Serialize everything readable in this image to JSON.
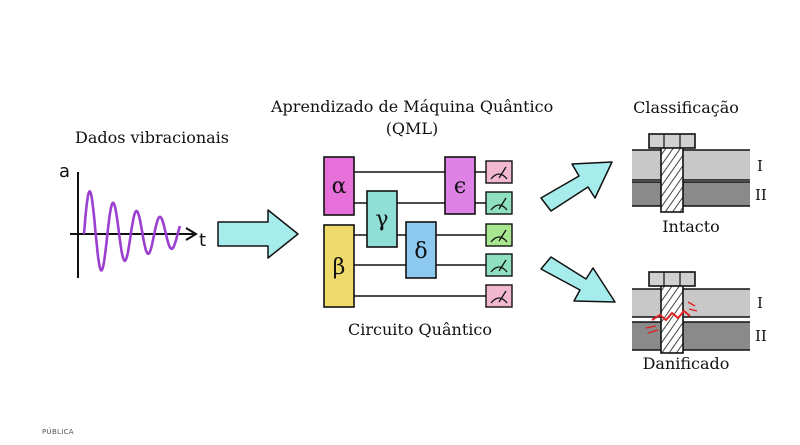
{
  "input": {
    "title": "Dados vibracionais",
    "y_axis_label": "a",
    "x_axis_label": "t"
  },
  "qml": {
    "title_line1": "Aprendizado de Máquina Quântico",
    "title_line2": "(QML)",
    "circuit_label": "Circuito Quântico",
    "gates": [
      {
        "symbol": "α",
        "color": "#e66fd9"
      },
      {
        "symbol": "β",
        "color": "#efdb6c"
      },
      {
        "symbol": "γ",
        "color": "#8fdfd6"
      },
      {
        "symbol": "δ",
        "color": "#8cc8ef"
      },
      {
        "symbol": "ϵ",
        "color": "#df82e6"
      }
    ],
    "measurement_colors": [
      "#f2b8cf",
      "#8fe0c0",
      "#a8e68f",
      "#8fe0c0",
      "#f2b8cf"
    ]
  },
  "output": {
    "title": "Classificação",
    "layer_labels": [
      "I",
      "II"
    ],
    "intact_label": "Intacto",
    "damaged_label": "Danificado"
  },
  "colors": {
    "arrow": "#a6ecec",
    "wave": "#9a3fd0",
    "layer_top": "#c8c8c8",
    "layer_bottom": "#8a8a8a",
    "crack": "#e02020"
  },
  "footer": "PÚBLICA"
}
